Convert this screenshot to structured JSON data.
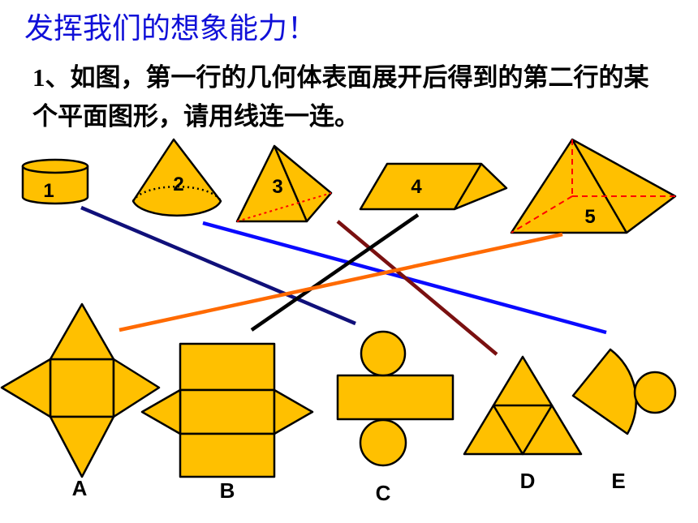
{
  "title": "发挥我们的想象能力！",
  "question": {
    "number": "1",
    "text": "、如图，第一行的几何体表面展开后得到的第二行的某个平面图形，请用线连一连。"
  },
  "solids": [
    {
      "id": "1",
      "name": "cylinder"
    },
    {
      "id": "2",
      "name": "cone"
    },
    {
      "id": "3",
      "name": "triangular-pyramid"
    },
    {
      "id": "4",
      "name": "triangular-prism"
    },
    {
      "id": "5",
      "name": "square-pyramid"
    }
  ],
  "nets": [
    {
      "id": "A",
      "name": "square-pyramid-net"
    },
    {
      "id": "B",
      "name": "triangular-prism-net"
    },
    {
      "id": "C",
      "name": "cylinder-net"
    },
    {
      "id": "D",
      "name": "triangular-pyramid-net"
    },
    {
      "id": "E",
      "name": "cone-net"
    }
  ],
  "connections": [
    {
      "from": "1",
      "to": "C",
      "color": "#10107a"
    },
    {
      "from": "2",
      "to": "E",
      "color": "#0a0aff"
    },
    {
      "from": "3",
      "to": "D",
      "color": "#7a1010"
    },
    {
      "from": "4",
      "to": "B",
      "color": "#000000"
    },
    {
      "from": "5",
      "to": "A",
      "color": "#ff6a00"
    }
  ],
  "colors": {
    "fill": "#ffc000",
    "title": "#1010d8",
    "dashed": "#ff0000"
  }
}
